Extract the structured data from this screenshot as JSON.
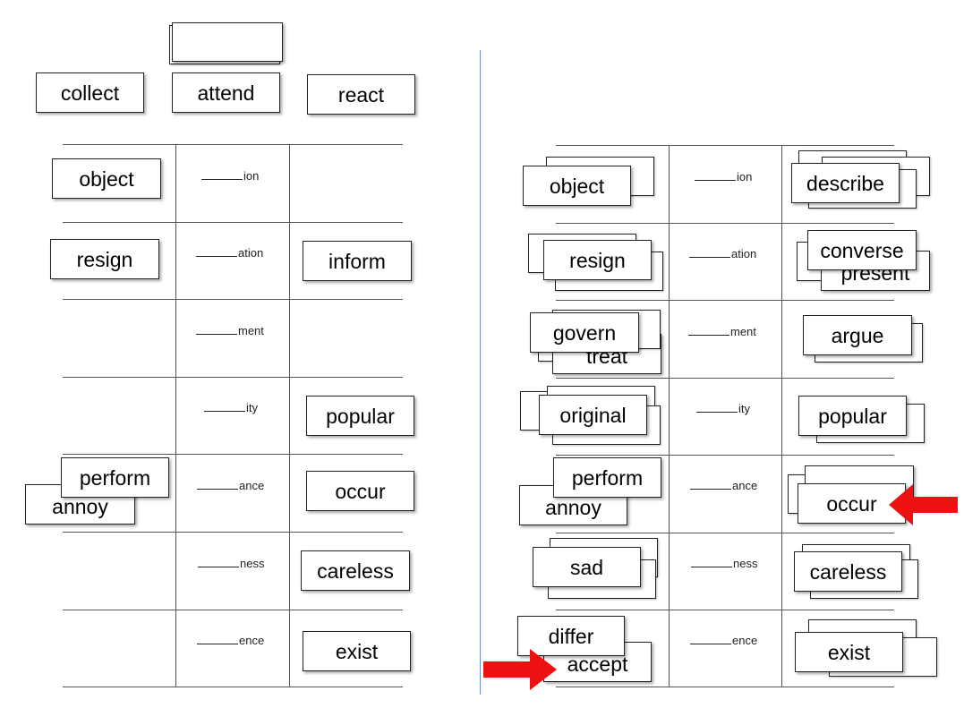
{
  "suffixes": [
    "ion",
    "ation",
    "ment",
    "ity",
    "ance",
    "ness",
    "ence"
  ],
  "left": {
    "top_words": [
      "collect",
      "attend",
      "react"
    ],
    "col1": {
      "object": "object",
      "resign": "resign",
      "perform": "perform",
      "annoy": "annoy"
    },
    "col3": {
      "inform": "inform",
      "popular": "popular",
      "occur": "occur",
      "careless": "careless",
      "exist": "exist"
    }
  },
  "right": {
    "col1": {
      "object": "object",
      "resign": "resign",
      "govern": "govern",
      "treat": "treat",
      "original": "original",
      "perform": "perform",
      "annoy": "annoy",
      "sad": "sad",
      "differ": "differ",
      "accept": "accept"
    },
    "col3": {
      "describe": "describe",
      "converse": "converse",
      "present": "present",
      "argue": "argue",
      "popular": "popular",
      "occur_back": "occur",
      "occur": "occur",
      "careless": "careless",
      "exist": "exist"
    }
  },
  "colors": {
    "arrow": "#ee1111",
    "divider": "#6b8fc8"
  }
}
